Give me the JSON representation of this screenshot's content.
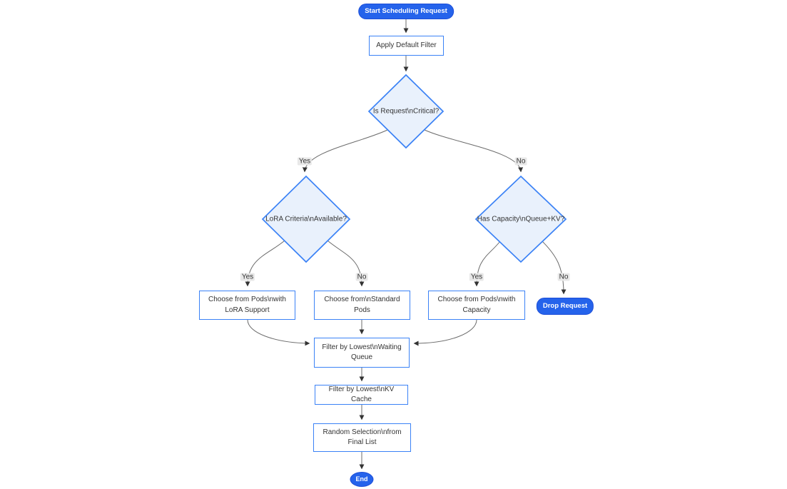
{
  "colors": {
    "pill_fill": "#2563EB",
    "pill_border": "#1D4ED8",
    "node_border": "#3B82F6",
    "diamond_fill": "#E9F1FC",
    "edge": "#6B6B6B",
    "edge_arrow": "#333333",
    "edge_label_bg": "#E8E8E8",
    "text": "#333333"
  },
  "nodes": {
    "start": "Start Scheduling Request",
    "apply_filter": "Apply Default Filter",
    "is_critical": "Is Request\\nCritical?",
    "lora_available": "LoRA Criteria\\nAvailable?",
    "has_capacity": "Has Capacity\\nQueue+KV?",
    "choose_lora": "Choose from Pods\\nwith LoRA Support",
    "choose_standard": "Choose from\\nStandard Pods",
    "choose_capacity": "Choose from Pods\\nwith Capacity",
    "drop_request": "Drop Request",
    "filter_waiting": "Filter by Lowest\\nWaiting Queue",
    "filter_kv": "Filter by Lowest\\nKV Cache",
    "random_selection": "Random Selection\\nfrom Final List",
    "end": "End"
  },
  "edge_labels": {
    "critical_yes": "Yes",
    "critical_no": "No",
    "lora_yes": "Yes",
    "lora_no": "No",
    "capacity_yes": "Yes",
    "capacity_no": "No"
  }
}
